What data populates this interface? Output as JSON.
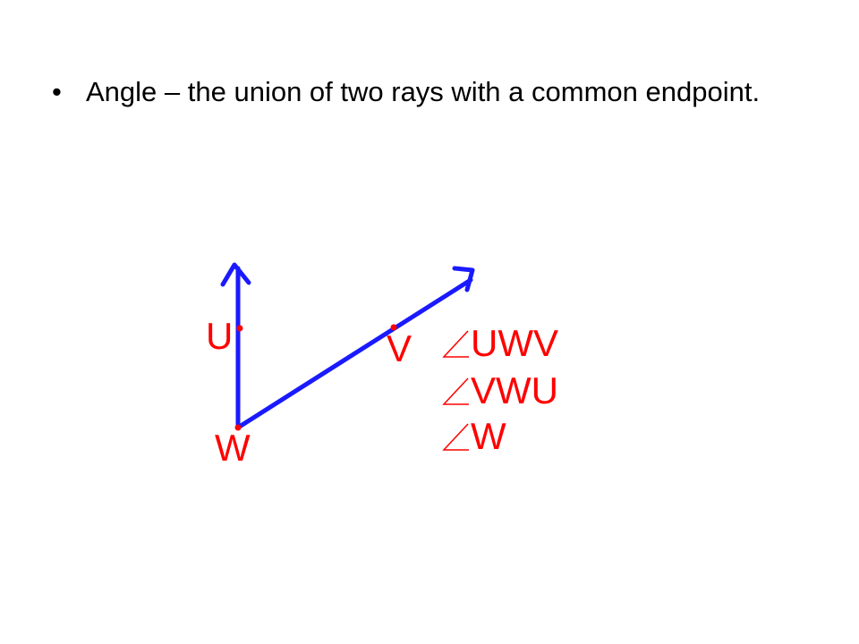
{
  "bullet": {
    "marker": "•",
    "text": "Angle – the union of two rays with a common endpoint."
  },
  "diagram": {
    "points": {
      "U": "U",
      "V": "V",
      "W": "W"
    },
    "angle_names": [
      "UWV",
      "VWU",
      "W"
    ],
    "ray_color": "#1a1aff",
    "point_color": "#ff0000"
  }
}
